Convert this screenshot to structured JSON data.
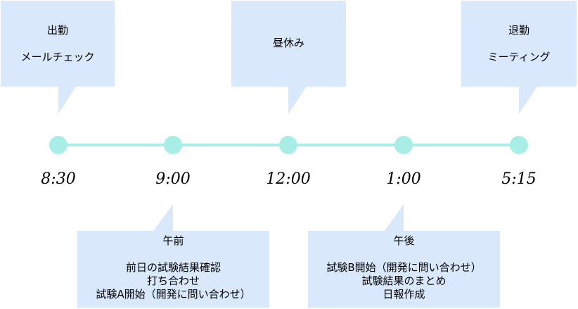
{
  "colors": {
    "callout_fill": "#dae8fc",
    "timeline": "#a8eee7",
    "text": "#000000"
  },
  "timeline": {
    "times": [
      "8:30",
      "9:00",
      "12:00",
      "1:00",
      "5:15"
    ]
  },
  "callouts": {
    "start": {
      "title": "出勤",
      "lines": [
        "メールチェック"
      ]
    },
    "lunch": {
      "title": "昼休み",
      "lines": []
    },
    "end": {
      "title": "退勤",
      "lines": [
        "ミーティング"
      ]
    },
    "morning": {
      "title": "午前",
      "lines": [
        "前日の試験結果確認",
        "打ち合わせ",
        "試験A開始（開発に問い合わせ）"
      ]
    },
    "afternoon": {
      "title": "午後",
      "lines": [
        "試験B開始（開発に問い合わせ）",
        "試験結果のまとめ",
        "日報作成"
      ]
    }
  }
}
